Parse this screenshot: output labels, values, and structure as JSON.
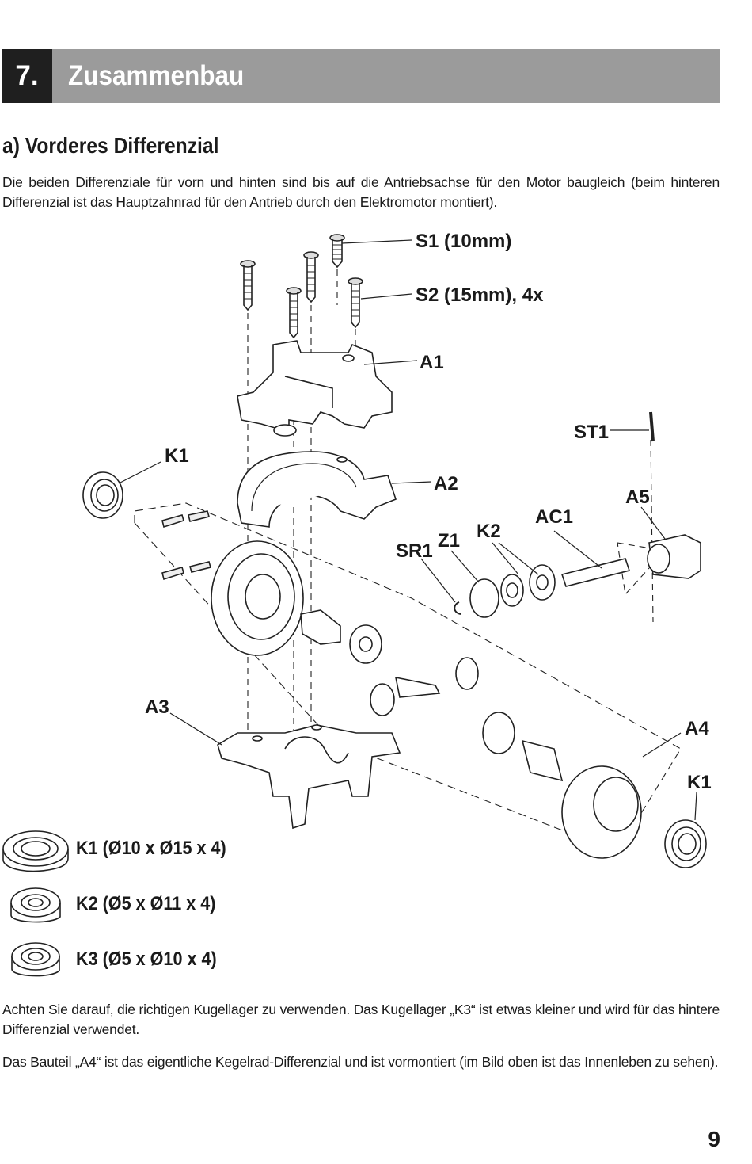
{
  "header": {
    "number": "7.",
    "title": "Zusammenbau"
  },
  "section": {
    "title": "a) Vorderes Differenzial"
  },
  "intro": "Die beiden Differenziale für vorn und hinten sind bis auf die Antriebsachse für den Motor baugleich (beim hinteren Differenzial ist das Hauptzahnrad für den Antrieb durch den Elektromotor montiert).",
  "figure": {
    "labels": {
      "s1": "S1 (10mm)",
      "s2": "S2 (15mm), 4x",
      "a1": "A1",
      "st1": "ST1",
      "k1_top": "K1",
      "a2": "A2",
      "a5": "A5",
      "ac1": "AC1",
      "k2": "K2",
      "z1": "Z1",
      "sr1": "SR1",
      "a3": "A3",
      "a4": "A4",
      "k1_bottom": "K1"
    }
  },
  "bearings": [
    {
      "label": "K1 (Ø10 x Ø15 x 4)"
    },
    {
      "label": "K2 (Ø5 x Ø11 x 4)"
    },
    {
      "label": "K3 (Ø5 x Ø10 x 4)"
    }
  ],
  "notes": [
    "Achten Sie darauf, die richtigen Kugellager zu verwenden. Das Kugellager „K3“ ist etwas kleiner und wird für das hintere Differenzial verwendet.",
    "Das Bauteil „A4“ ist das eigentliche Kegelrad-Differenzial und ist vormontiert (im Bild oben ist das Innenleben zu sehen)."
  ],
  "page_number": "9"
}
